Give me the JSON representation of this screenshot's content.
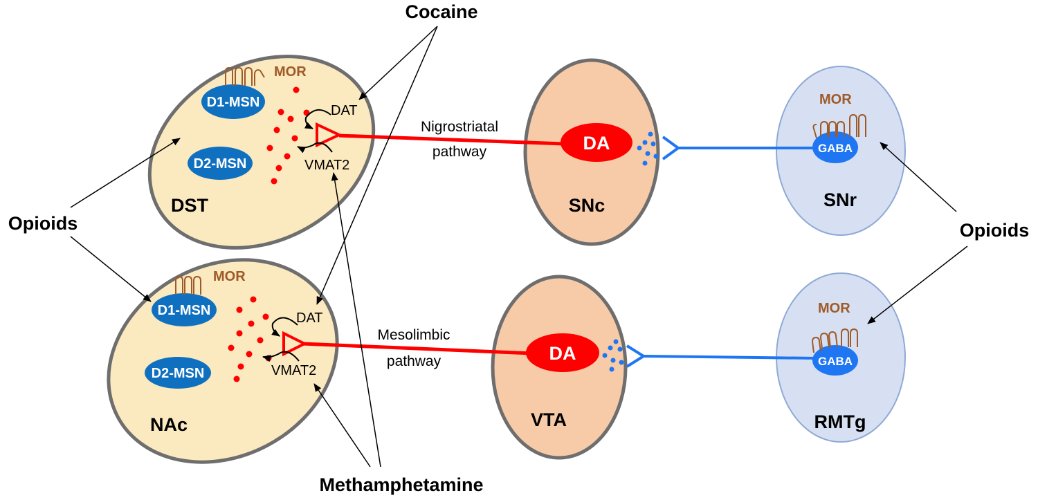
{
  "labels": {
    "cocaine": "Cocaine",
    "methamphetamine": "Methamphetamine",
    "opioids_left": "Opioids",
    "opioids_right": "Opioids",
    "dst": "DST",
    "nac": "NAc",
    "snc": "SNc",
    "vta": "VTA",
    "snr": "SNr",
    "rmtg": "RMTg",
    "d1_msn_top": "D1-MSN",
    "d2_msn_top": "D2-MSN",
    "d1_msn_bottom": "D1-MSN",
    "d2_msn_bottom": "D2-MSN",
    "mor_dst": "MOR",
    "mor_nac": "MOR",
    "mor_snr": "MOR",
    "mor_rmtg": "MOR",
    "dat_top": "DAT",
    "vmat2_top": "VMAT2",
    "dat_bottom": "DAT",
    "vmat2_bottom": "VMAT2",
    "da_snc": "DA",
    "da_vta": "DA",
    "gaba_snr": "GABA",
    "gaba_rmtg": "GABA",
    "nigrostriatal_1": "Nigrostriatal",
    "nigrostriatal_2": "pathway",
    "mesolimbic_1": "Mesolimbic",
    "mesolimbic_2": "pathway"
  },
  "colors": {
    "striatum_fill": "#fbe9c0",
    "midbrain_fill": "#f8cba8",
    "gaba_region_fill": "#d6e0f2",
    "region_stroke": "#6e6e6e",
    "msn_blue": "#1070c0",
    "da_red": "#ff0000",
    "gaba_blue": "#1f76f2",
    "mor_brown": "#9e5a28",
    "text": "#000000"
  }
}
